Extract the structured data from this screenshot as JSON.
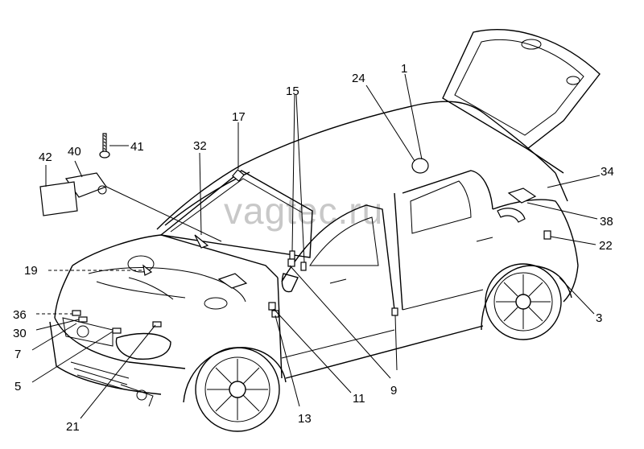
{
  "diagram": {
    "watermark": "vagtec.ru",
    "callouts": [
      {
        "id": "c1",
        "label": "1"
      },
      {
        "id": "c3",
        "label": "3"
      },
      {
        "id": "c5",
        "label": "5"
      },
      {
        "id": "c7",
        "label": "7"
      },
      {
        "id": "c9",
        "label": "9"
      },
      {
        "id": "c11",
        "label": "11"
      },
      {
        "id": "c13",
        "label": "13"
      },
      {
        "id": "c15",
        "label": "15"
      },
      {
        "id": "c17",
        "label": "17"
      },
      {
        "id": "c19",
        "label": "19"
      },
      {
        "id": "c21",
        "label": "21"
      },
      {
        "id": "c22",
        "label": "22"
      },
      {
        "id": "c24",
        "label": "24"
      },
      {
        "id": "c30",
        "label": "30"
      },
      {
        "id": "c32",
        "label": "32"
      },
      {
        "id": "c34",
        "label": "34"
      },
      {
        "id": "c36",
        "label": "36"
      },
      {
        "id": "c38",
        "label": "38"
      },
      {
        "id": "c40",
        "label": "40"
      },
      {
        "id": "c41",
        "label": "41"
      },
      {
        "id": "c42",
        "label": "42"
      }
    ]
  }
}
